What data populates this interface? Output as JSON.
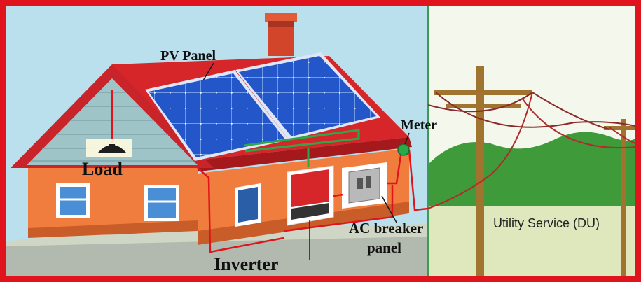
{
  "labels": {
    "pv_panel": "PV Panel",
    "load": "Load",
    "meter": "Meter",
    "ac_breaker_line1": "AC breaker",
    "ac_breaker_line2": "panel",
    "inverter": "Inverter",
    "utility_service": "Utility Service (DU)"
  },
  "colors": {
    "frame_border": "#e0141c",
    "sky": "#b9e0ec",
    "roof": "#d7262a",
    "house_wall": "#f07c3e",
    "gable_siding": "#9ec4c8",
    "solar_cell": "#2356c9",
    "wire_red": "#e0141c",
    "wire_green": "#2aa84a",
    "utility_sky": "#f4f7ec",
    "hill": "#3f9a3a",
    "grass": "#dfe7bd",
    "pole": "#a0732e"
  },
  "icons": [
    "house",
    "solar-panel",
    "ceiling-lamp",
    "inverter",
    "breaker-panel",
    "meter",
    "utility-pole",
    "power-line"
  ]
}
